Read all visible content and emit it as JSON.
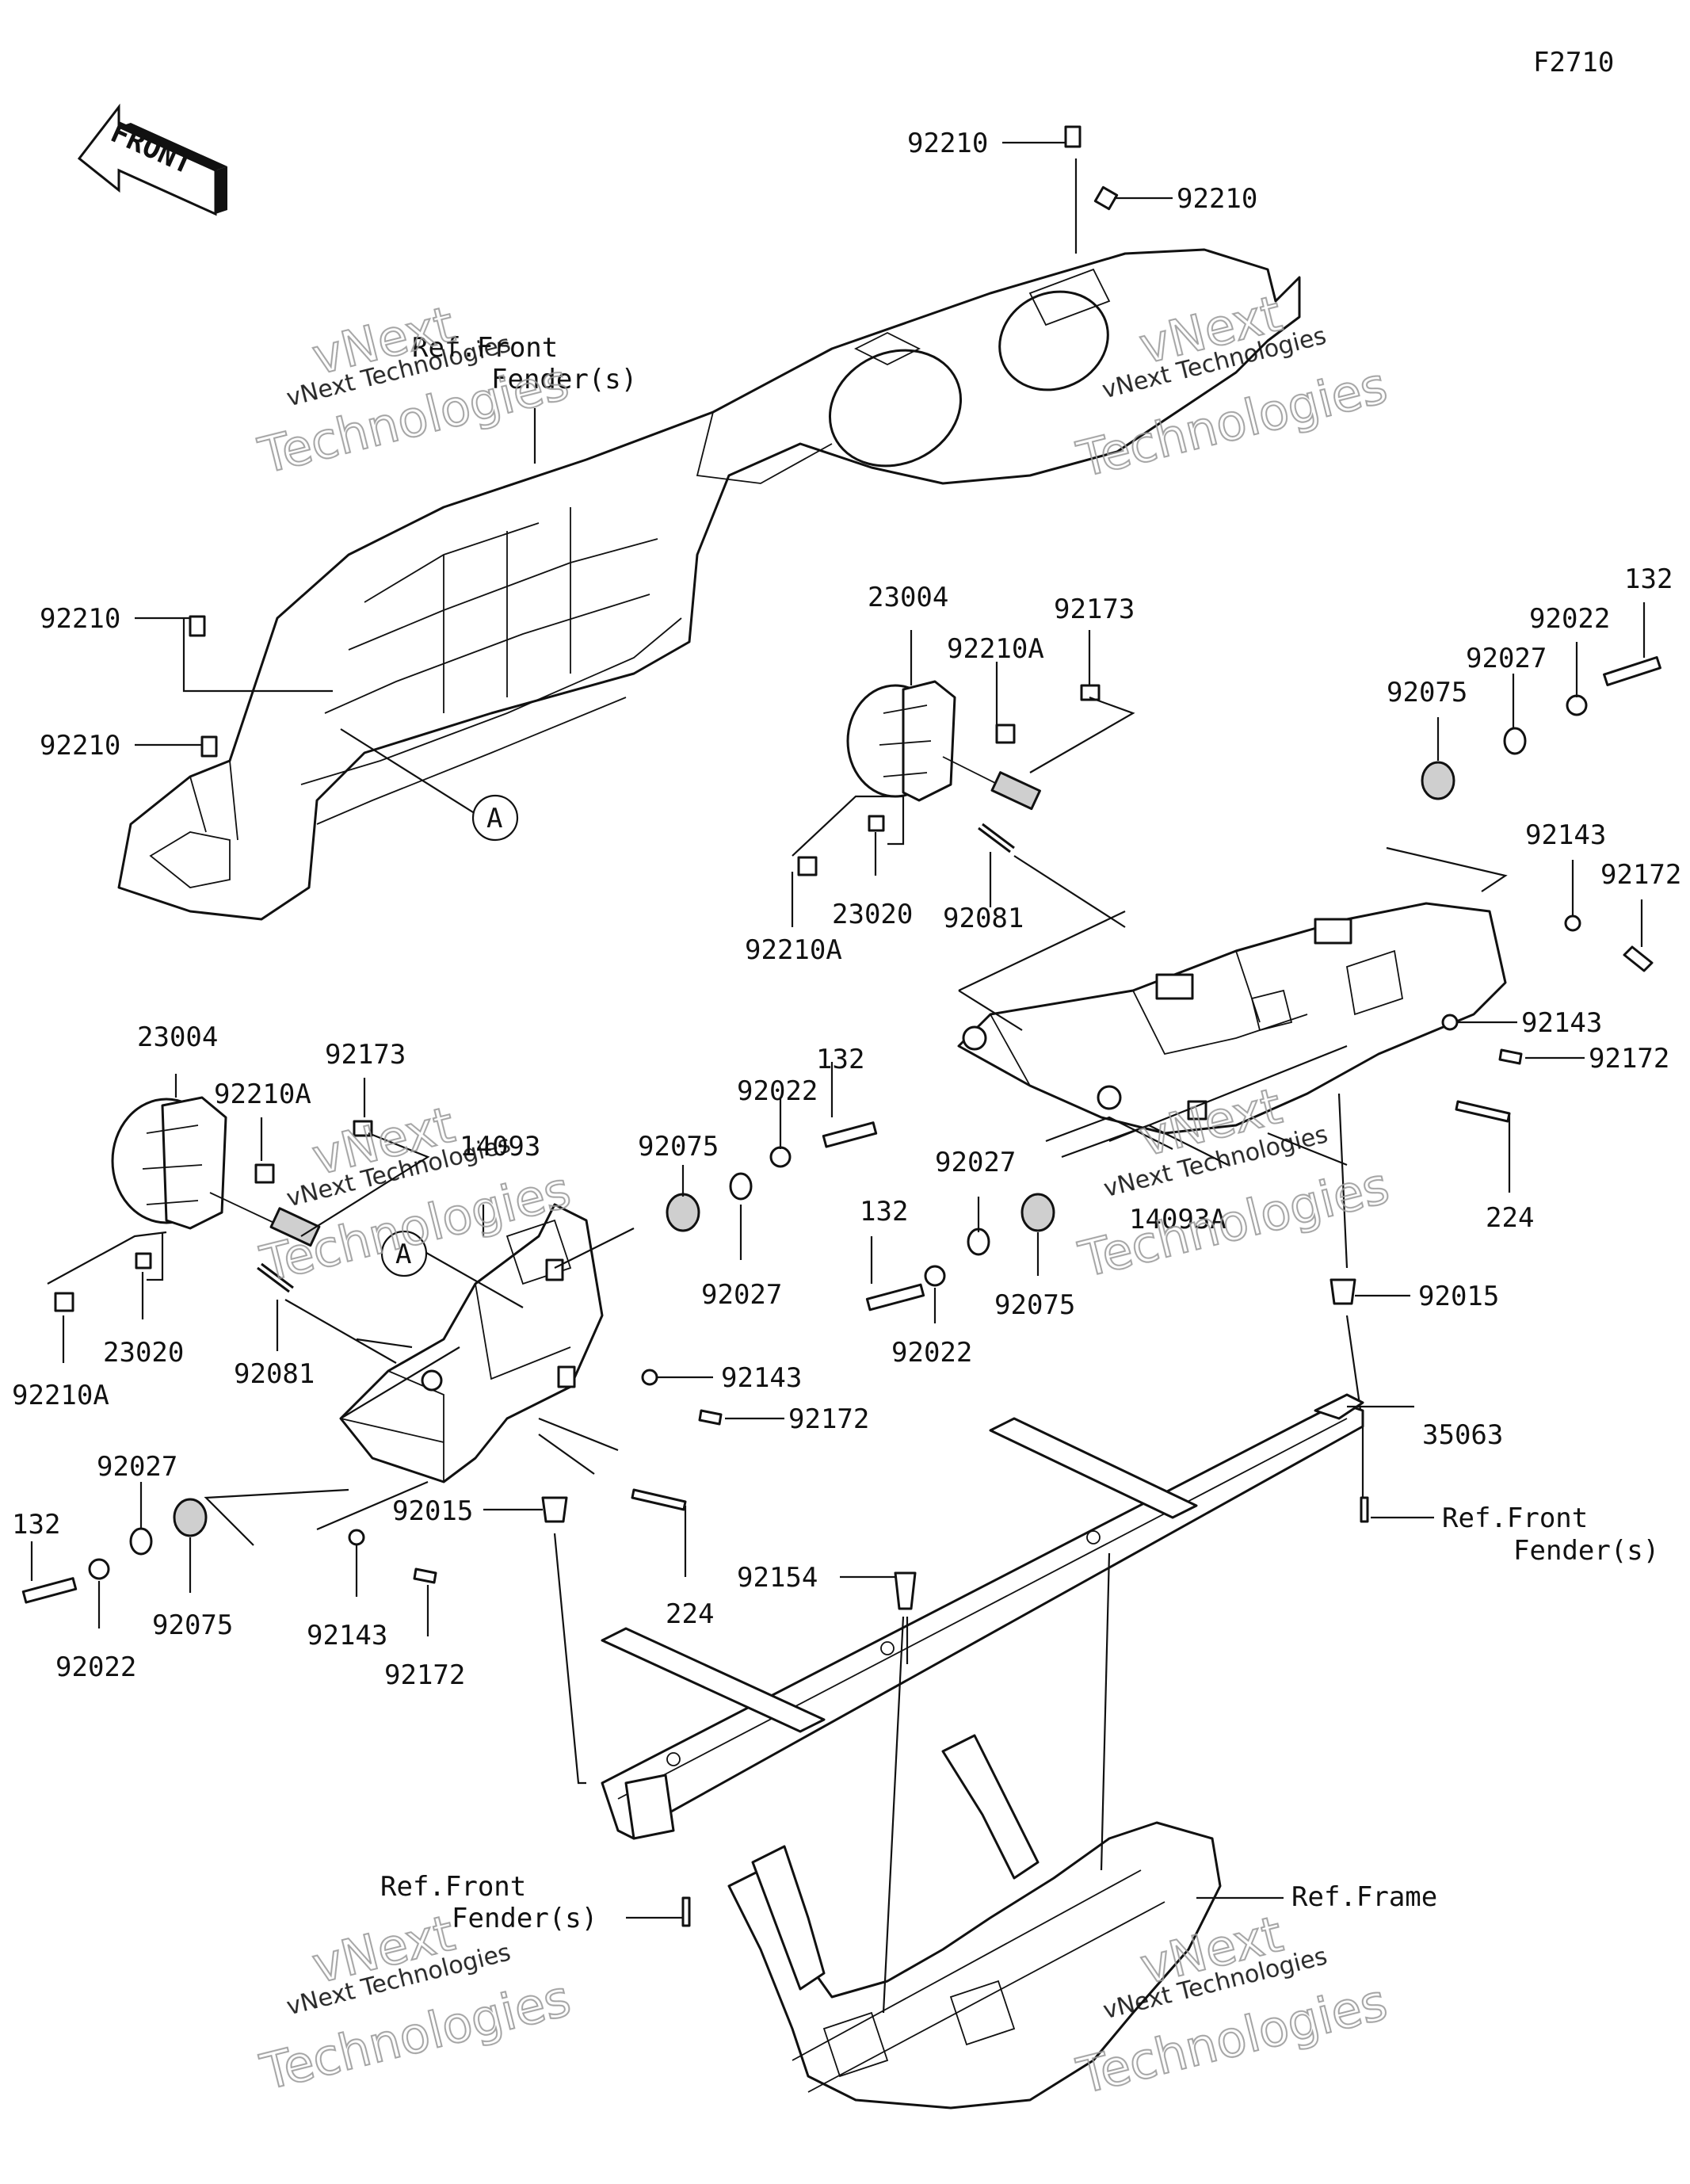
{
  "figure_code": "F2710",
  "front_arrow": "FRONT",
  "callouts": [
    {
      "id": "c1",
      "text": "92210"
    },
    {
      "id": "c2",
      "text": "92210"
    },
    {
      "id": "c3",
      "text": "Ref.Front"
    },
    {
      "id": "c4",
      "text": "Fender(s)"
    },
    {
      "id": "c5",
      "text": "92210"
    },
    {
      "id": "c6",
      "text": "92210"
    },
    {
      "id": "c7",
      "text": "23004"
    },
    {
      "id": "c8",
      "text": "92173"
    },
    {
      "id": "c9",
      "text": "92210A"
    },
    {
      "id": "c10",
      "text": "132"
    },
    {
      "id": "c11",
      "text": "92022"
    },
    {
      "id": "c12",
      "text": "92027"
    },
    {
      "id": "c13",
      "text": "92075"
    },
    {
      "id": "c14",
      "text": "23020"
    },
    {
      "id": "c15",
      "text": "92081"
    },
    {
      "id": "c16",
      "text": "92210A"
    },
    {
      "id": "c17",
      "text": "92143"
    },
    {
      "id": "c18",
      "text": "92172"
    },
    {
      "id": "c19",
      "text": "92143"
    },
    {
      "id": "c20",
      "text": "92172"
    },
    {
      "id": "c21",
      "text": "224"
    },
    {
      "id": "c22",
      "text": "14093A"
    },
    {
      "id": "c23",
      "text": "92015"
    },
    {
      "id": "c24",
      "text": "92027"
    },
    {
      "id": "c25",
      "text": "92075"
    },
    {
      "id": "c26",
      "text": "132"
    },
    {
      "id": "c27",
      "text": "92022"
    },
    {
      "id": "c28",
      "text": "23004"
    },
    {
      "id": "c29",
      "text": "92210A"
    },
    {
      "id": "c30",
      "text": "92173"
    },
    {
      "id": "c31",
      "text": "14093"
    },
    {
      "id": "c32",
      "text": "92075"
    },
    {
      "id": "c33",
      "text": "92022"
    },
    {
      "id": "c34",
      "text": "132"
    },
    {
      "id": "c35",
      "text": "92027"
    },
    {
      "id": "c36",
      "text": "23020"
    },
    {
      "id": "c37",
      "text": "92081"
    },
    {
      "id": "c38",
      "text": "92210A"
    },
    {
      "id": "c39",
      "text": "92143"
    },
    {
      "id": "c40",
      "text": "92172"
    },
    {
      "id": "c41",
      "text": "35063"
    },
    {
      "id": "c42",
      "text": "Ref.Front"
    },
    {
      "id": "c43",
      "text": "Fender(s)"
    },
    {
      "id": "c44",
      "text": "92027"
    },
    {
      "id": "c45",
      "text": "132"
    },
    {
      "id": "c46",
      "text": "92022"
    },
    {
      "id": "c47",
      "text": "92075"
    },
    {
      "id": "c48",
      "text": "92015"
    },
    {
      "id": "c49",
      "text": "224"
    },
    {
      "id": "c50",
      "text": "92143"
    },
    {
      "id": "c51",
      "text": "92172"
    },
    {
      "id": "c52",
      "text": "92154"
    },
    {
      "id": "c53",
      "text": "Ref.Front"
    },
    {
      "id": "c54",
      "text": "Fender(s)"
    },
    {
      "id": "c55",
      "text": "Ref.Frame"
    }
  ],
  "reference_marks": [
    "A",
    "A"
  ],
  "watermark": {
    "line1": "vNext Technologies",
    "line2": "vNext",
    "line3": "Technologies"
  }
}
